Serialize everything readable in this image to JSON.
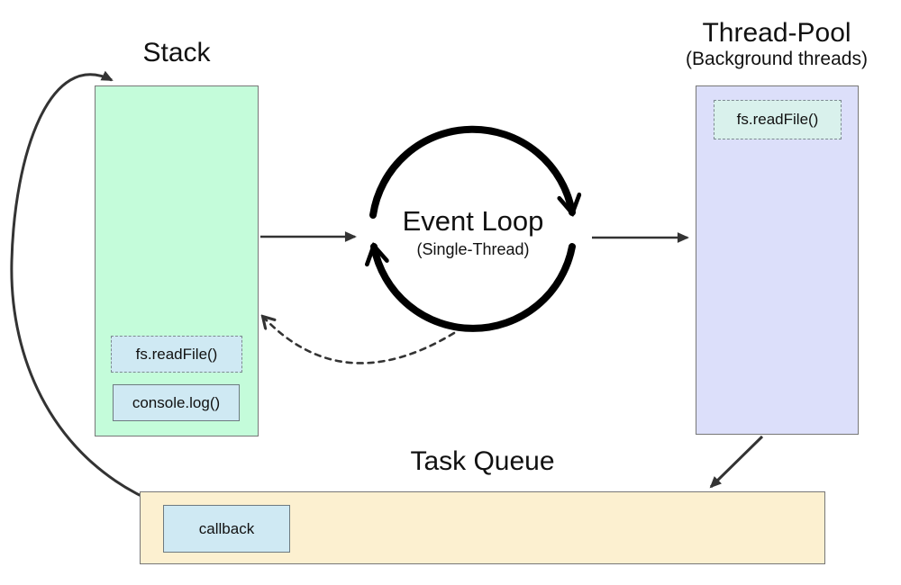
{
  "colors": {
    "stack-fill": "#c4fcda",
    "threadpool-fill": "#dcdffa",
    "taskqueue-fill": "#fcf0d0",
    "item-fill": "#cfe9f3",
    "pool-item-fill": "#d9f1ec",
    "box-border": "#777777",
    "arrow": "#333333",
    "loop-stroke": "#000000"
  },
  "nodes": {
    "stack": {
      "label": "Stack",
      "items": [
        {
          "label": "fs.readFile()",
          "border": "dashed"
        },
        {
          "label": "console.log()",
          "border": "solid"
        }
      ]
    },
    "event_loop": {
      "label": "Event Loop",
      "sublabel": "(Single-Thread)"
    },
    "thread_pool": {
      "label": "Thread-Pool",
      "sublabel": "(Background threads)",
      "items": [
        {
          "label": "fs.readFile()",
          "border": "dashed"
        }
      ]
    },
    "task_queue": {
      "label": "Task Queue",
      "items": [
        {
          "label": "callback",
          "border": "solid"
        }
      ]
    }
  },
  "edges": [
    {
      "from": "stack",
      "to": "event_loop",
      "style": "solid-arrow"
    },
    {
      "from": "event_loop",
      "to": "thread_pool",
      "style": "solid-arrow"
    },
    {
      "from": "thread_pool",
      "to": "task_queue",
      "style": "solid-arrow"
    },
    {
      "from": "event_loop",
      "to": "stack",
      "style": "dashed-curved-arrow"
    },
    {
      "from": "task_queue",
      "to": "stack",
      "style": "solid-curved-arrow"
    },
    {
      "loop": "event_loop",
      "style": "thick-circular-clockwise-arrows"
    }
  ]
}
